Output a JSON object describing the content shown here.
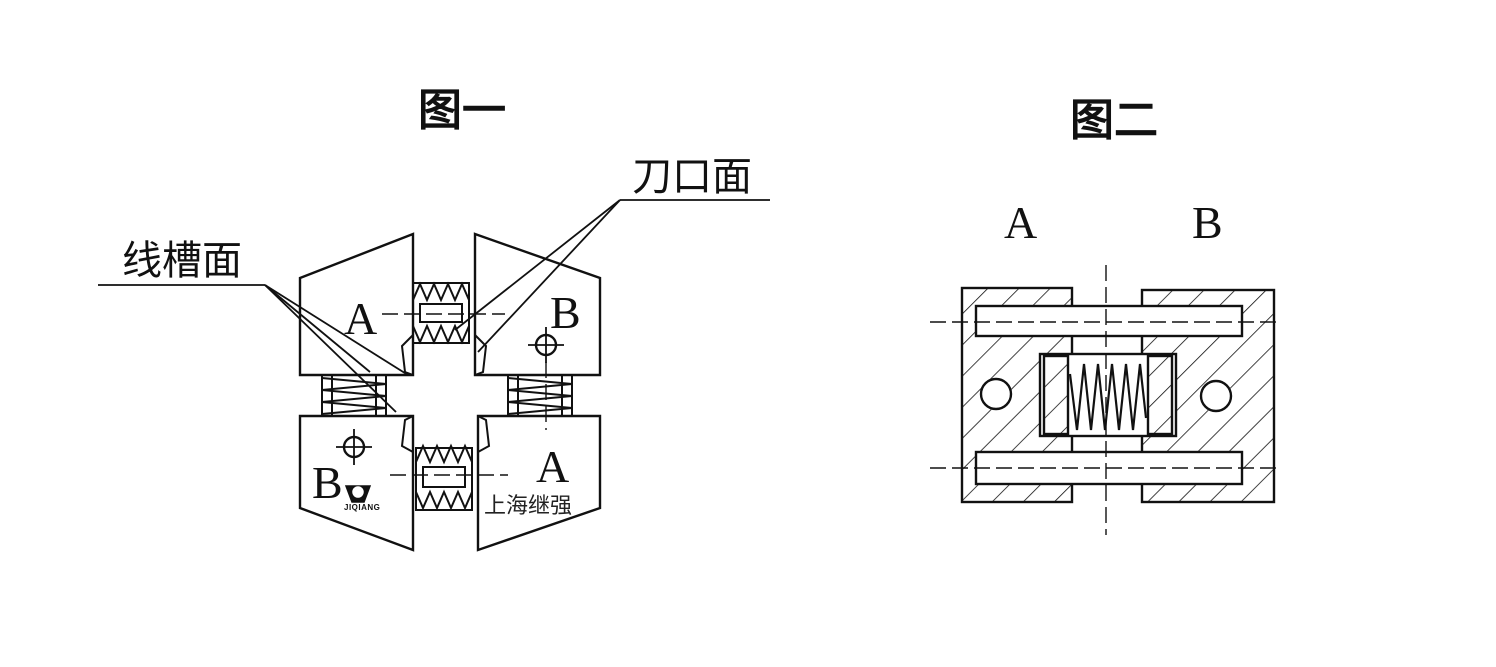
{
  "figure1": {
    "title": "图一",
    "callout_groove": "线槽面",
    "callout_blade": "刀口面",
    "jaw_top_left": "A",
    "jaw_top_right": "B",
    "jaw_bottom_left": "B",
    "jaw_bottom_right": "A",
    "brand_text": "上海继强",
    "logo_text": "JIQIANG"
  },
  "figure2": {
    "title": "图二",
    "label_left": "A",
    "label_right": "B"
  },
  "colors": {
    "ink": "#111111",
    "paper": "#ffffff",
    "fill": "#ffffff"
  }
}
